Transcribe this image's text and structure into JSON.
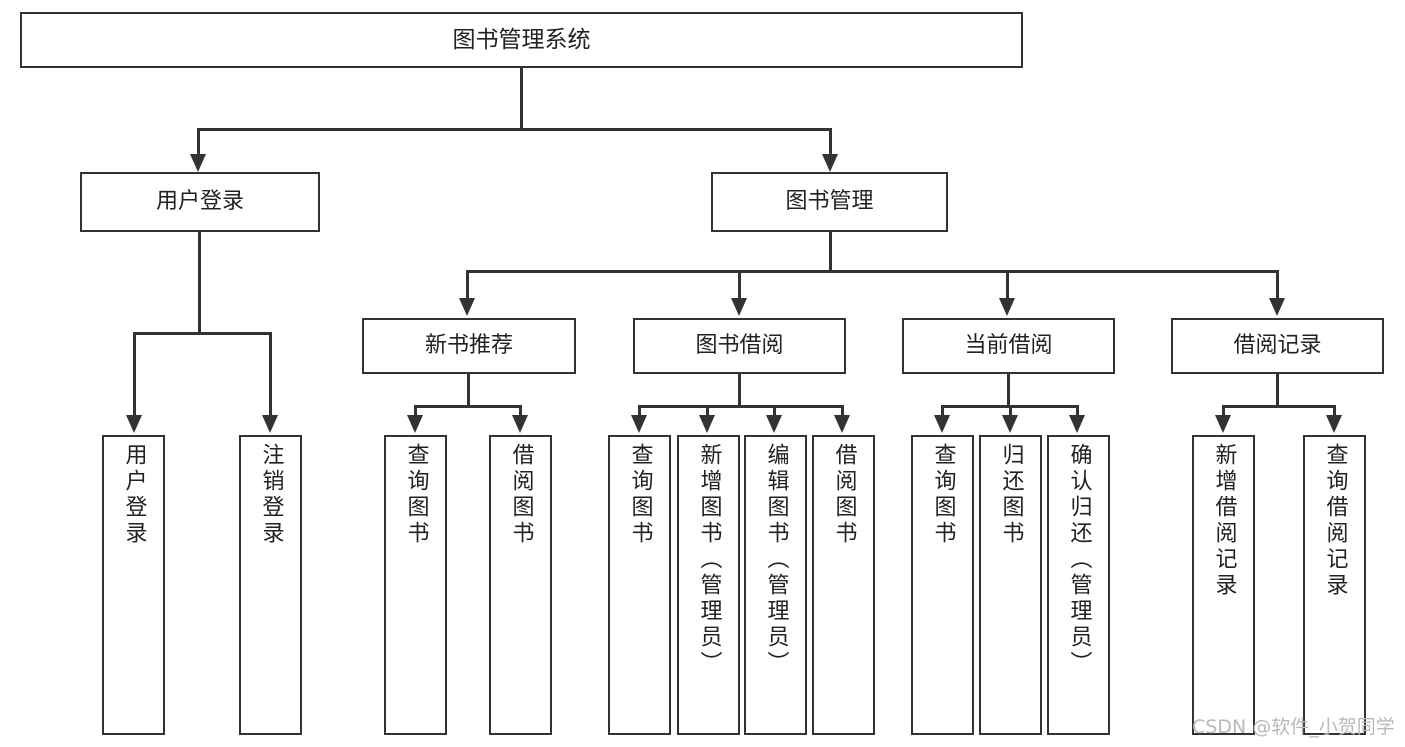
{
  "diagram": {
    "title": "图书管理系统",
    "type": "hierarchy-tree",
    "root": {
      "label": "图书管理系统"
    },
    "level2": [
      {
        "label": "用户登录"
      },
      {
        "label": "图书管理"
      }
    ],
    "level3": [
      {
        "label": "新书推荐"
      },
      {
        "label": "图书借阅"
      },
      {
        "label": "当前借阅"
      },
      {
        "label": "借阅记录"
      }
    ],
    "leaves": {
      "user_login": [
        {
          "label": "用户登录"
        },
        {
          "label": "注销登录"
        }
      ],
      "new_book_recommend": [
        {
          "label": "查询图书"
        },
        {
          "label": "借阅图书"
        }
      ],
      "book_borrow": [
        {
          "label": "查询图书"
        },
        {
          "label": "新增图书（管理员）"
        },
        {
          "label": "编辑图书（管理员）"
        },
        {
          "label": "借阅图书"
        }
      ],
      "current_borrow": [
        {
          "label": "查询图书"
        },
        {
          "label": "归还图书"
        },
        {
          "label": "确认归还（管理员）"
        }
      ],
      "borrow_record": [
        {
          "label": "新增借阅记录"
        },
        {
          "label": "查询借阅记录"
        }
      ]
    }
  },
  "watermark": {
    "text": "CSDN @软件_小贺同学"
  },
  "colors": {
    "stroke": "#333333",
    "text": "#222222",
    "background": "#ffffff",
    "watermark": "#b9b9b9"
  }
}
